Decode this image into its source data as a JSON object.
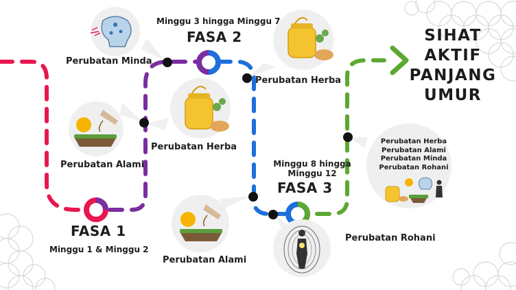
{
  "tagline": [
    "SIHAT",
    "AKTIF",
    "PANJANG",
    "UMUR"
  ],
  "phases": [
    {
      "name": "FASA 1",
      "period": "Minggu 1 & Minggu 2",
      "color": "#e8174f"
    },
    {
      "name": "FASA 2",
      "period": "Minggu 3 hingga Minggu 7",
      "color": "#7a2ea0"
    },
    {
      "name": "FASA 3",
      "period": "Minggu 8 hingga Minggu 12",
      "color": "#1e6fdc"
    }
  ],
  "final_path_color": "#5da832",
  "stations": {
    "minda": "Perubatan Minda",
    "herba_top": "Perubatan Herba",
    "alami_left": "Perubatan Alami",
    "herba_mid": "Perubatan Herba",
    "alami_bottom": "Perubatan Alami",
    "rohani": "Perubatan Rohani"
  },
  "combined_list": [
    "Perubatan Herba",
    "Perubatan Alami",
    "Perubatan Minda",
    "Perubatan Rohani"
  ],
  "icons": [
    "brain-icon",
    "honey-jar-icon",
    "sun-hand-icon",
    "honey-jar-icon",
    "sun-hand-icon",
    "glowing-body-icon",
    "combined-icons"
  ]
}
